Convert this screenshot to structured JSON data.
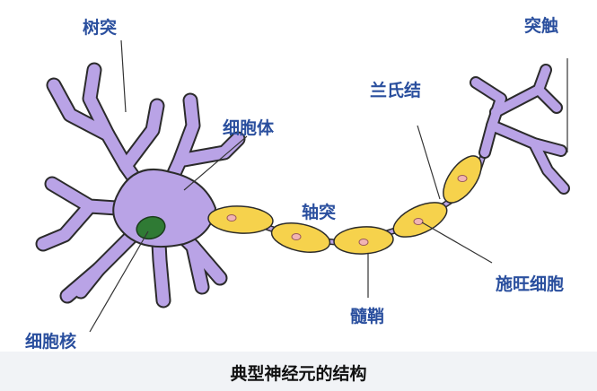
{
  "labels": {
    "dendrite": "树突",
    "soma": "细胞体",
    "nucleus": "细胞核",
    "axon": "轴突",
    "myelin": "髓鞘",
    "node_of_ranvier": "兰氏结",
    "schwann_cell": "施旺细胞",
    "synapse": "突触"
  },
  "caption": "典型神经元的结构",
  "colors": {
    "neuron_body": "#b9a3e6",
    "outline": "#2b2b2b",
    "nucleus": "#2f7a34",
    "myelin": "#f6d24c",
    "schwann_nucleus": "#f1b4b4",
    "label_text": "#2a4f9e"
  }
}
